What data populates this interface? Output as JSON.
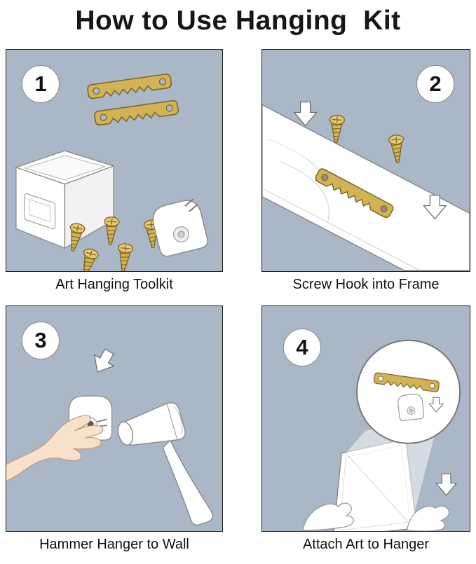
{
  "title": "How to Use Hanging  Kit",
  "panels": [
    {
      "number": "1",
      "caption": "Art Hanging Toolkit"
    },
    {
      "number": "2",
      "caption": "Screw Hook into Frame"
    },
    {
      "number": "3",
      "caption": "Hammer Hanger to Wall"
    },
    {
      "number": "4",
      "caption": "Attach Art to Hanger"
    }
  ],
  "colors": {
    "panel_background": "#a9b7c6",
    "brass": "#d2b256",
    "brass_highlight": "#e3c976",
    "brass_outline": "#7c6524",
    "line_gray": "#888888",
    "skin": "#f7e1cb",
    "white": "#ffffff",
    "text": "#111111"
  },
  "icons": [
    "sawtooth-hanger-icon",
    "screw-icon",
    "down-arrow-icon",
    "toolkit-box-icon",
    "wall-hook-icon",
    "hammer-icon",
    "hand-icon",
    "canvas-icon",
    "magnifier-circle"
  ]
}
